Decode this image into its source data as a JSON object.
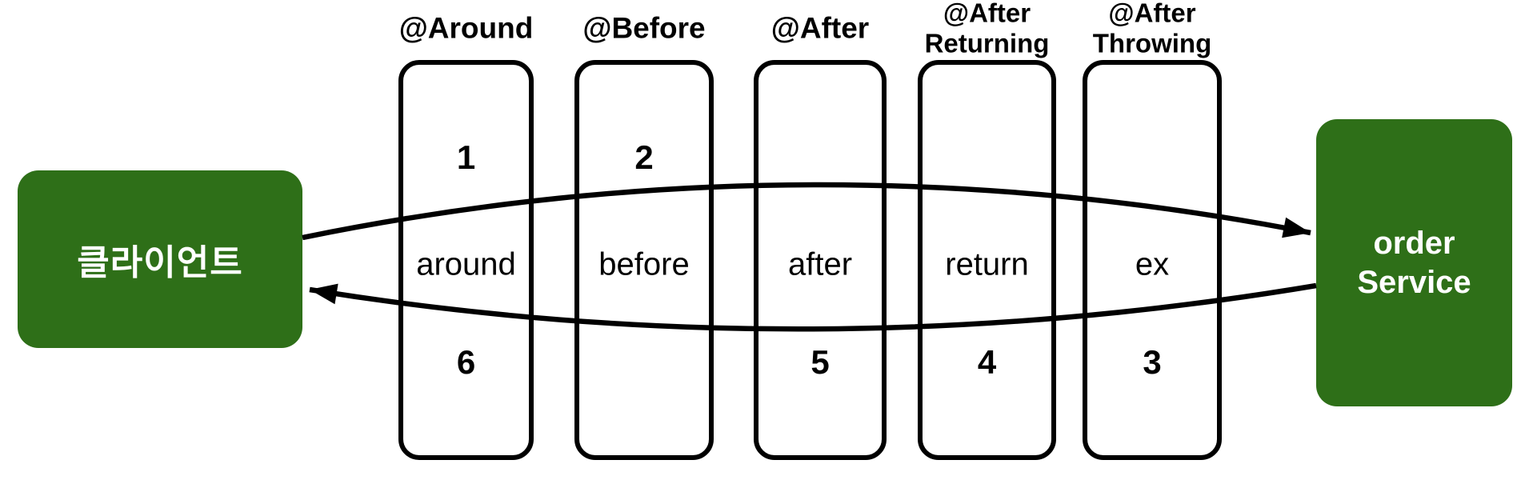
{
  "diagram": {
    "client": {
      "label": "클라이언트"
    },
    "service": {
      "label_lines": [
        "order",
        "Service"
      ]
    },
    "advices": [
      {
        "title_lines": [
          "@Around"
        ],
        "top_number": "1",
        "keyword": "around",
        "bottom_number": "6"
      },
      {
        "title_lines": [
          "@Before"
        ],
        "top_number": "2",
        "keyword": "before",
        "bottom_number": ""
      },
      {
        "title_lines": [
          "@After"
        ],
        "top_number": "",
        "keyword": "after",
        "bottom_number": "5"
      },
      {
        "title_lines": [
          "@After",
          "Returning"
        ],
        "top_number": "",
        "keyword": "return",
        "bottom_number": "4"
      },
      {
        "title_lines": [
          "@After",
          "Throwing"
        ],
        "top_number": "",
        "keyword": "ex",
        "bottom_number": "3"
      }
    ],
    "arrows": [
      {
        "name": "request",
        "from": "클라이언트",
        "to": "orderService"
      },
      {
        "name": "response",
        "from": "orderService",
        "to": "클라이언트"
      }
    ],
    "colors": {
      "node-fill": "#2e6f18",
      "node-text": "#ffffff",
      "line": "#000000",
      "box-fill": "#ffffff",
      "box-border": "#000000"
    }
  }
}
